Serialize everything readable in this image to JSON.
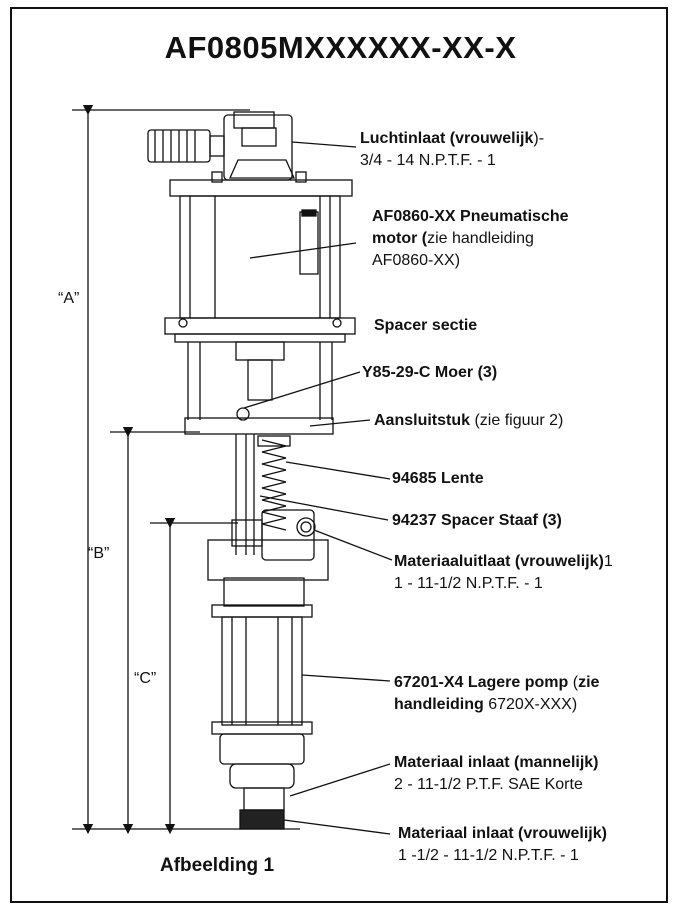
{
  "title": "AF0805MXXXXXX-XX-X",
  "caption": "Afbeelding 1",
  "dimensions": {
    "a": "“A”",
    "b": "“B”",
    "c": "“C”"
  },
  "labels": {
    "air_inlet": {
      "bold": "Luchtinlaat (vrouwelijk",
      "normal": ")-",
      "line2": "3/4 - 14 N.P.T.F. - 1"
    },
    "motor": {
      "bold1": "AF0860-XX Pneumatische",
      "bold2": "motor (",
      "normal2": "zie handleiding",
      "line3": "AF0860-XX)"
    },
    "spacer_section": {
      "bold": "Spacer sectie"
    },
    "nut": {
      "bold": "Y85-29-C Moer (3)"
    },
    "connector": {
      "bold": "Aansluitstuk",
      "normal": " (zie figuur 2)"
    },
    "spring": {
      "bold": "94685 Lente"
    },
    "spacer_rod": {
      "bold": "94237 Spacer Staaf (3)"
    },
    "material_outlet": {
      "bold": "Materiaaluitlaat (vrouwelijk)",
      "normal": "1",
      "line2": "1 - 11-1/2 N.P.T.F. - 1"
    },
    "lower_pump": {
      "bold1": "67201-X4 Lagere pomp",
      "normal1": " (",
      "bold1b": "zie",
      "bold2": "handleiding",
      "normal2": " 6720X-XXX)"
    },
    "material_inlet_male": {
      "bold": "Materiaal inlaat (mannelijk)",
      "line2": "2 - 11-1/2 P.T.F. SAE Korte"
    },
    "material_inlet_female": {
      "bold": "Materiaal inlaat (vrouwelijk)",
      "line2": "1 -1/2 - 11-1/2 N.P.T.F. - 1"
    }
  }
}
